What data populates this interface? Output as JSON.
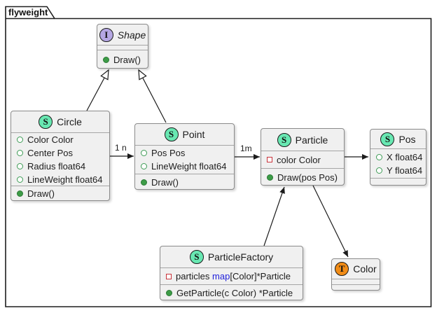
{
  "frame": {
    "title": "flyweight"
  },
  "colors": {
    "text": "#1c1c1c",
    "box_fill": "#f0f0f0",
    "box_border": "#8b8b8b",
    "separator": "#a5a5a5",
    "spot_struct": "#68e8b2",
    "spot_interface": "#b5a7e3",
    "spot_type": "#f18c16",
    "field_public": "#3e9c56",
    "field_private": "#c8333a",
    "method_green": "#3d9c47",
    "keyword_blue": "#2121db",
    "line": "#1b1b1b"
  },
  "classes": {
    "shape": {
      "spot": "I",
      "title": "Shape",
      "methods": [
        "Draw()"
      ]
    },
    "circle": {
      "spot": "S",
      "title": "Circle",
      "fields": [
        "Color Color",
        "Center Pos",
        "Radius float64",
        "LineWeight float64"
      ],
      "methods": [
        "Draw()"
      ]
    },
    "point": {
      "spot": "S",
      "title": "Point",
      "fields": [
        "Pos Pos",
        "LineWeight float64"
      ],
      "methods": [
        "Draw()"
      ]
    },
    "particle": {
      "spot": "S",
      "title": "Particle",
      "private_fields": [
        "color Color"
      ],
      "methods": [
        "Draw(pos Pos)"
      ]
    },
    "pos": {
      "spot": "S",
      "title": "Pos",
      "fields": [
        "X float64",
        "Y float64"
      ]
    },
    "particle_factory": {
      "spot": "S",
      "title": "ParticleFactory",
      "private_field": {
        "pre": "particles ",
        "keyword": "map",
        "post": "[Color]*Particle"
      },
      "methods": [
        "GetParticle(c Color) *Particle"
      ]
    },
    "color": {
      "spot": "T",
      "title": "Color"
    }
  },
  "edges": [
    {
      "from": "Circle",
      "to": "Shape",
      "type": "inheritance",
      "label": ""
    },
    {
      "from": "Point",
      "to": "Shape",
      "type": "inheritance",
      "label": ""
    },
    {
      "from": "Circle",
      "to": "Point",
      "type": "association",
      "label": "1 n"
    },
    {
      "from": "Point",
      "to": "Particle",
      "type": "association",
      "label": "1m"
    },
    {
      "from": "Particle",
      "to": "Pos",
      "type": "association",
      "label": ""
    },
    {
      "from": "ParticleFactory",
      "to": "Particle",
      "type": "association",
      "label": ""
    },
    {
      "from": "Particle",
      "to": "Color",
      "type": "association",
      "label": ""
    }
  ]
}
